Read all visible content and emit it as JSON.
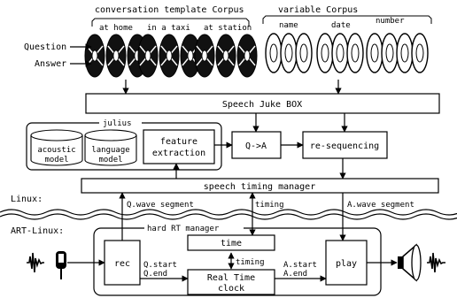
{
  "corpus": {
    "conversation_title": "conversation template Corpus",
    "conversation_groups": [
      "at home",
      "in a taxi",
      "at station"
    ],
    "variable_title": "variable Corpus",
    "variable_groups": [
      "name",
      "date",
      "number"
    ]
  },
  "io_labels": {
    "question": "Question",
    "answer": "Answer"
  },
  "juke_box": "Speech Juke BOX",
  "julius": {
    "title": "julius",
    "acoustic": [
      "acoustic",
      "model"
    ],
    "language": [
      "language",
      "model"
    ],
    "feature": [
      "feature",
      "extraction"
    ]
  },
  "qa": "Q->A",
  "reseq": "re-sequencing",
  "timing_manager": "speech timing manager",
  "layers": {
    "linux": "Linux:",
    "art_linux": "ART-Linux:"
  },
  "signals": {
    "q_wave": "Q.wave segment",
    "timing": "timing",
    "a_wave": "A.wave segment"
  },
  "hard_rt": {
    "title": "hard RT manager",
    "rec": "rec",
    "time": "time",
    "timing": "timing",
    "rtc": [
      "Real Time",
      "clock"
    ],
    "play": "play",
    "q_labels": [
      "Q.start",
      "Q.end"
    ],
    "a_labels": [
      "A.start",
      "A.end"
    ]
  }
}
